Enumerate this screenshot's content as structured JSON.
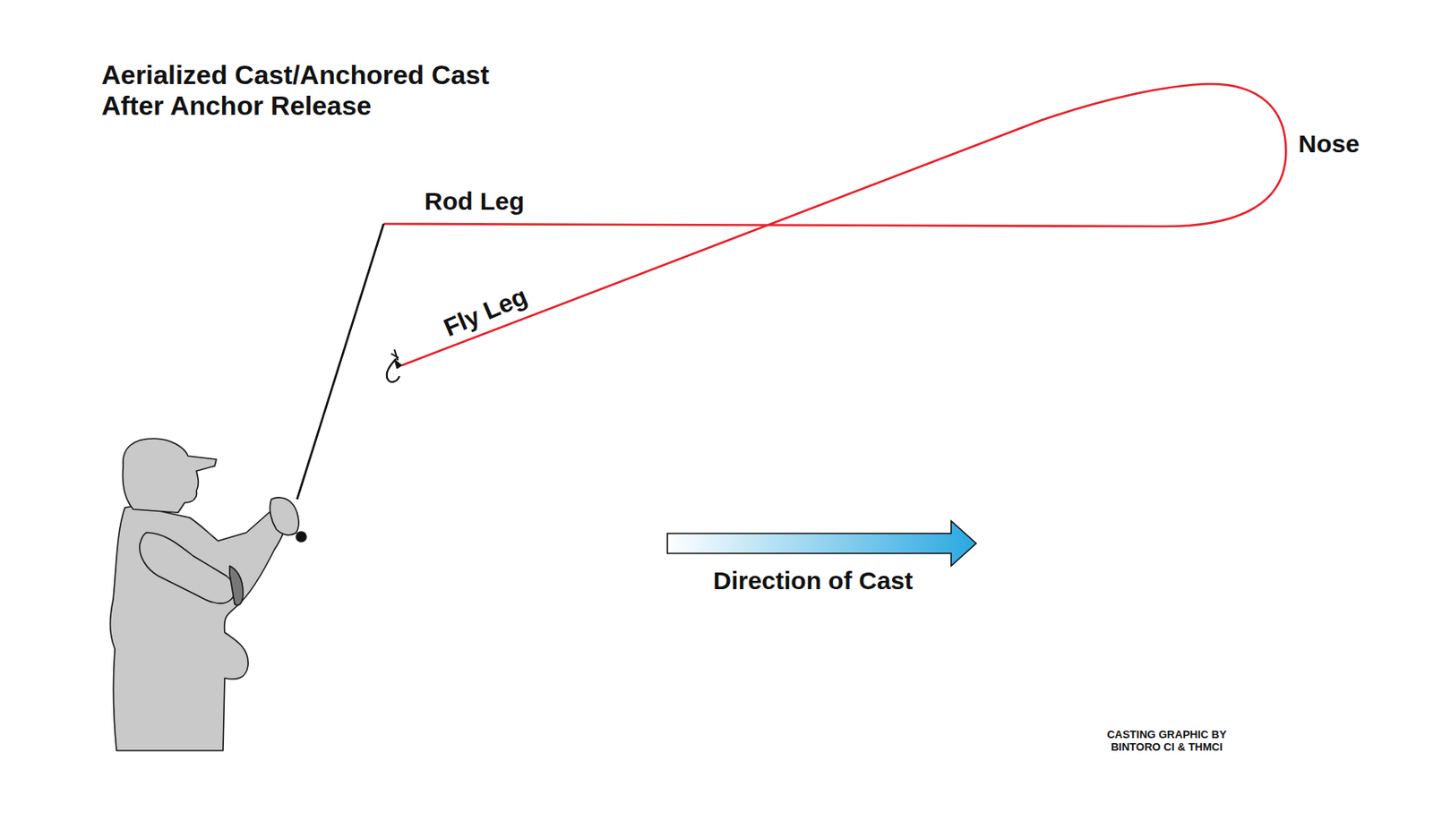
{
  "diagram": {
    "title": "Aerialized Cast/Anchored Cast After Anchor Release",
    "labels": [
      "Rod Leg",
      "Nose",
      "Fly Leg",
      "Direction of Cast",
      "CASTING GRAPHIC BY BINTORO CI & THMCI"
    ]
  }
}
